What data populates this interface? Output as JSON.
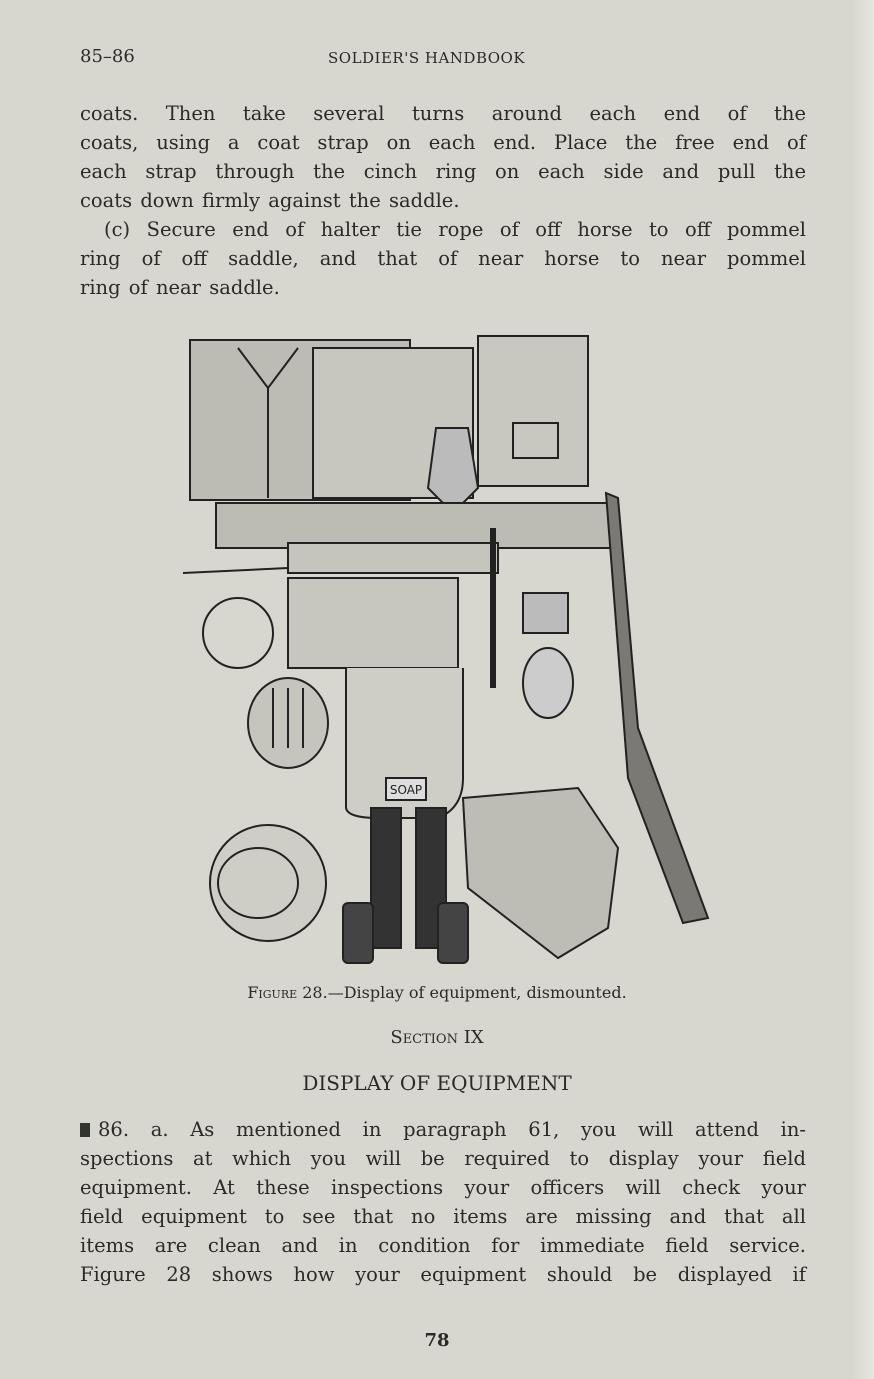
{
  "header": {
    "page_range": "85–86",
    "running_title": "SOLDIER'S HANDBOOK"
  },
  "top_text": [
    "coats. Then take several turns around each end of the",
    "coats, using a coat strap on each end. Place the free end of",
    "each strap through the cinch ring on each side and pull the",
    "coats down firmly against the saddle.",
    "(c) Secure end of halter tie rope of off horse to off pommel",
    "ring of off saddle, and that of near horse to near pommel",
    "ring of near saddle."
  ],
  "figure": {
    "label": "Figure",
    "caption": "28.—Display of equipment, dismounted.",
    "soap_label": "SOAP"
  },
  "section": {
    "label": "Section",
    "number": "IX",
    "heading": "DISPLAY OF EQUIPMENT"
  },
  "body_text": [
    "86. a. As mentioned in paragraph 61, you will attend in-",
    "spections at which you will be required to display your field",
    "equipment. At these inspections your officers will check your",
    "field equipment to see that no items are missing and that all",
    "items are clean and in condition for immediate field service.",
    "Figure 28 shows how your equipment should be displayed if"
  ],
  "folio": "78"
}
